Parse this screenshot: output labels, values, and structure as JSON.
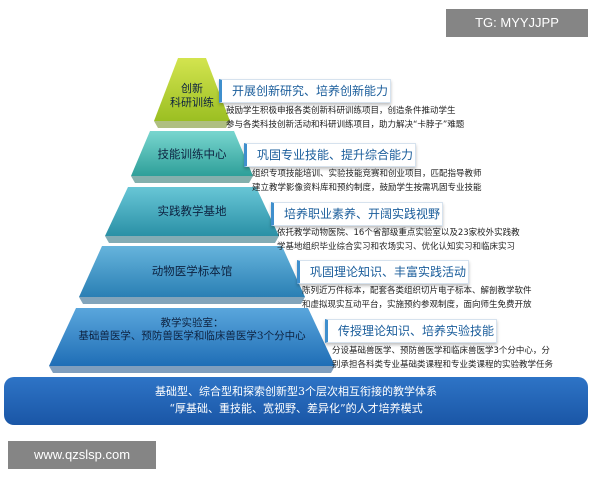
{
  "watermarks": {
    "top": "TG: MYYJJPP",
    "bottom": "www.qzslsp.com"
  },
  "levels": [
    {
      "title": "创新\n科研训练",
      "goal": "开展创新研究、培养创新能力",
      "desc": [
        "鼓励学生积极申报各类创新科研训练项目，创造条件推动学生",
        "参与各类科技创新活动和科研训练项目，助力解决“卡脖子”难题"
      ]
    },
    {
      "title": "技能训练中心",
      "goal": "巩固专业技能、提升综合能力",
      "desc": [
        "组织专项技能培训、实验技能竞赛和创业项目，匹配指导教师",
        "建立教学影像资料库和预约制度，鼓励学生按需巩固专业技能"
      ]
    },
    {
      "title": "实践教学基地",
      "goal": "培养职业素养、开阔实践视野",
      "desc": [
        "依托教学动物医院、16个省部级重点实验室以及23家校外实践教",
        "学基地组织毕业综合实习和农场实习、优化认知实习和临床实习"
      ]
    },
    {
      "title": "动物医学标本馆",
      "goal": "巩固理论知识、丰富实践活动",
      "desc": [
        "陈列近万件标本，配套各类组织切片电子标本、解剖教学软件",
        "和虚拟现实互动平台，实施预约参观制度，面向师生免费开放"
      ]
    },
    {
      "title": "教学实验室：\n基础兽医学、预防兽医学和临床兽医学3个分中心",
      "goal": "传授理论知识、培养实验技能",
      "desc": [
        "分设基础兽医学、预防兽医学和临床兽医学3个分中心，分",
        "别承担各科类专业基础类课程和专业类课程的实验教学任务"
      ]
    }
  ],
  "base": {
    "line1": "基础型、综合型和探索创新型3个层次相互衔接的教学体系",
    "line2": "“厚基础、重技能、宽视野、差异化”的人才培养模式"
  },
  "colors": {
    "level_tops": [
      "#c6dc3c",
      "#5ec9c2",
      "#4fb6c9",
      "#4ea2d0",
      "#3f8ed0"
    ],
    "level_bottoms": [
      "#9bbf22",
      "#2e9f99",
      "#2a90a6",
      "#2a7fb4",
      "#1f6eb6"
    ],
    "base": "#1f5da9",
    "tag_text": "#1a5d9b"
  }
}
